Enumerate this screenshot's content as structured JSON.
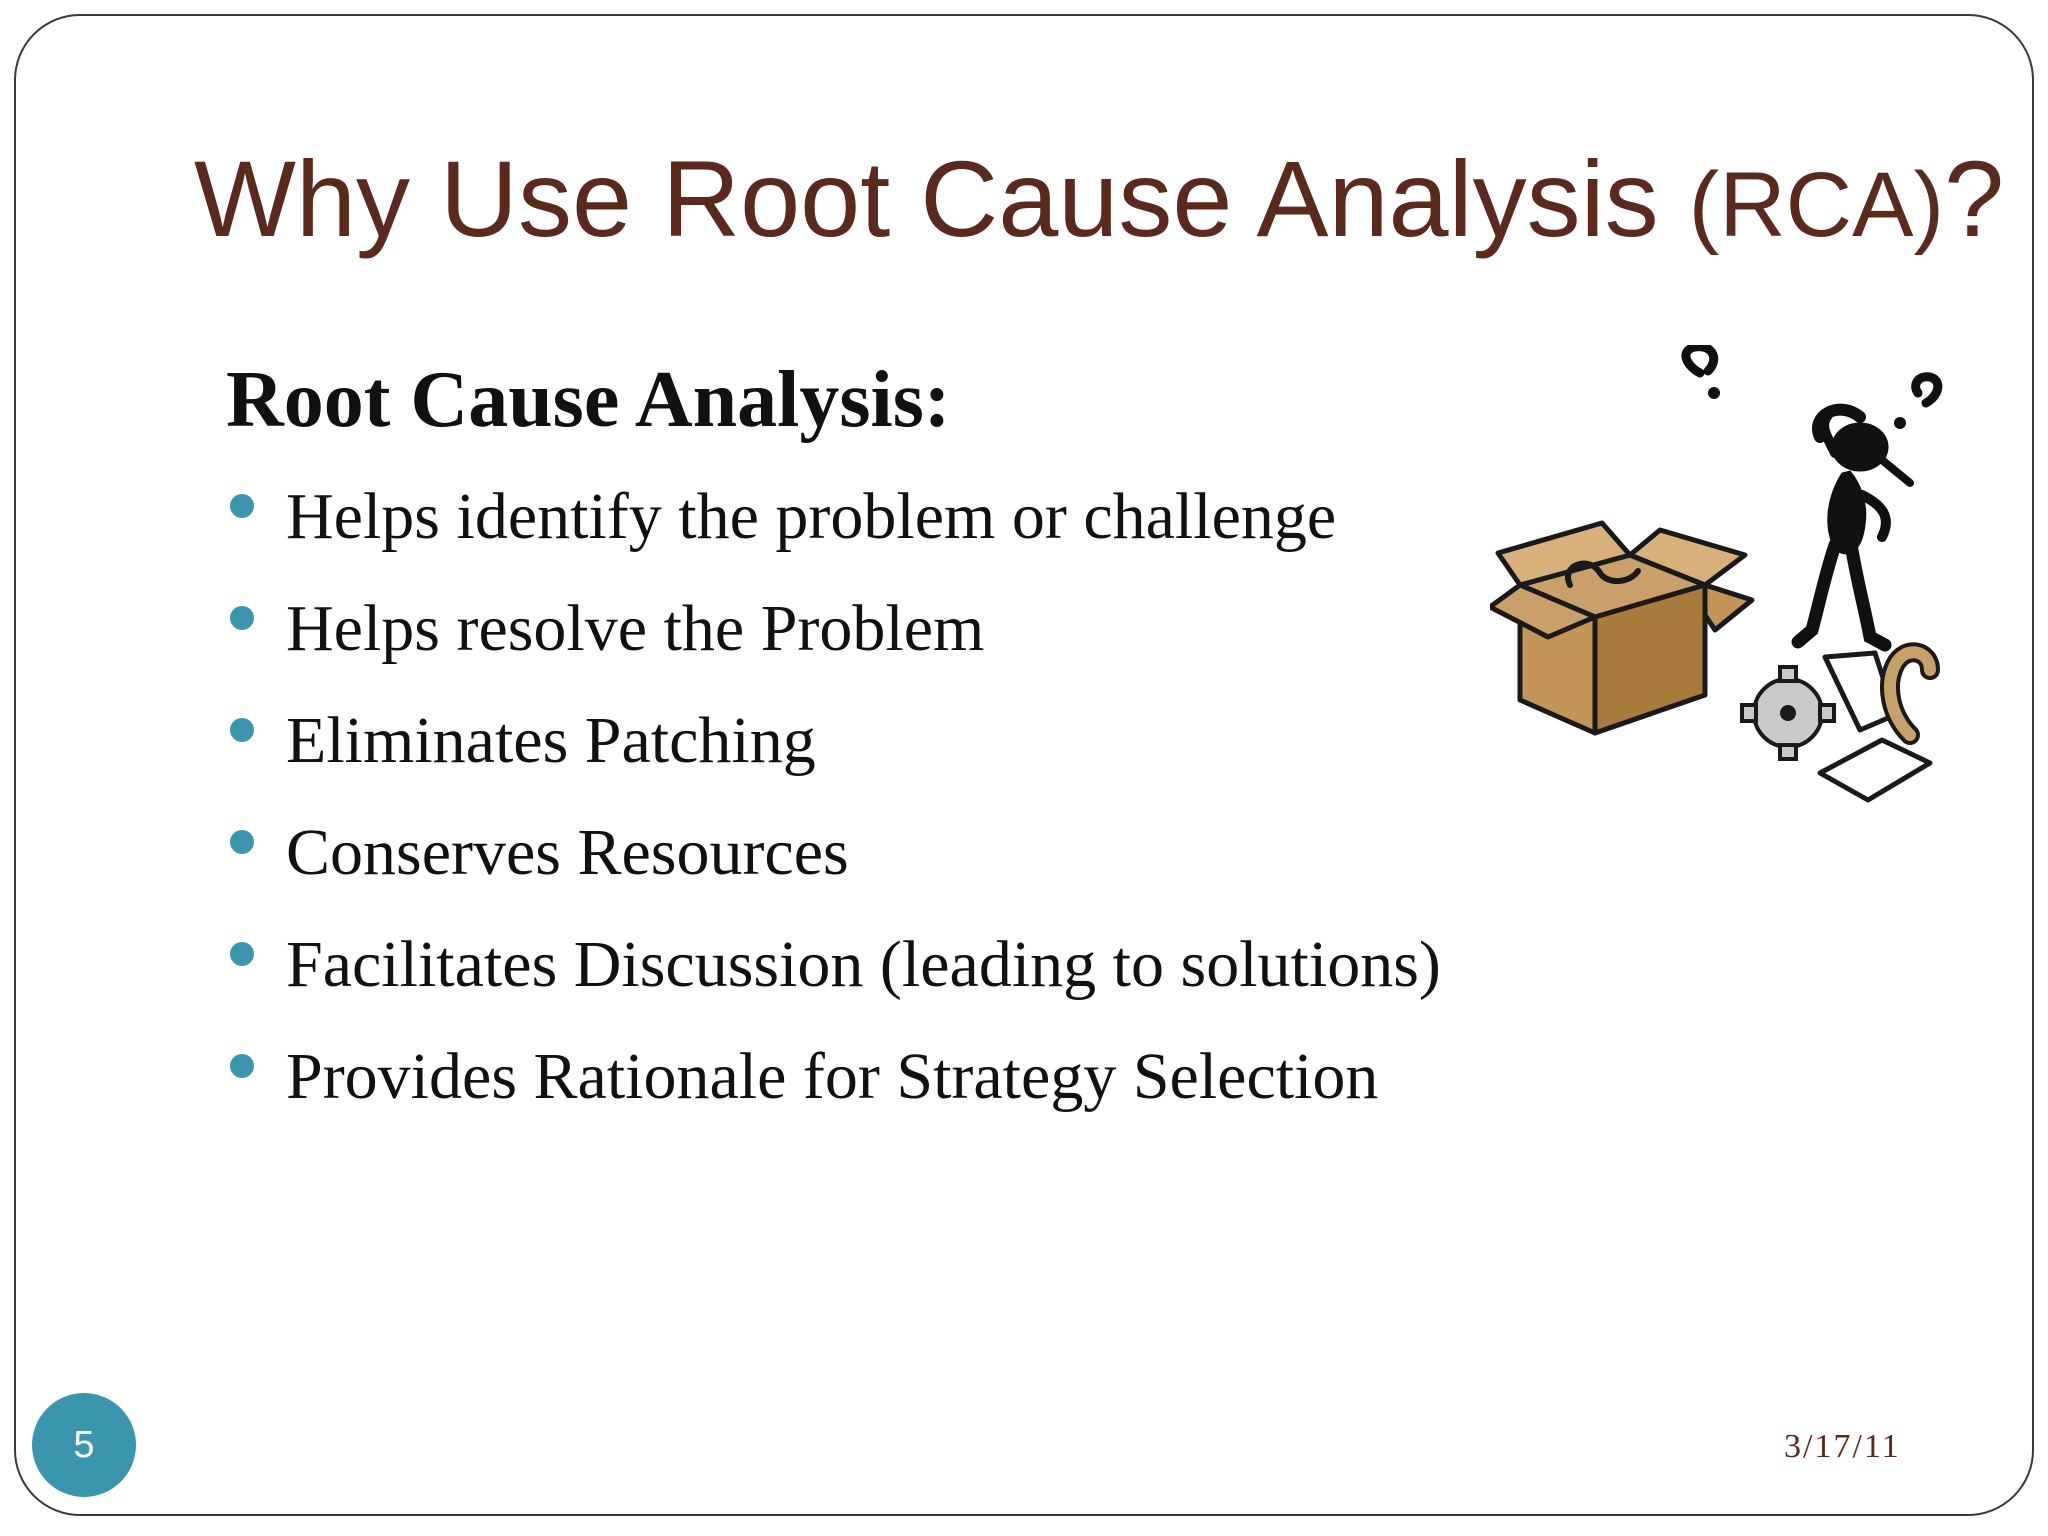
{
  "slide": {
    "title_main": "Why Use Root Cause Analysis ",
    "title_paren": "(RCA)",
    "title_end": "?",
    "heading": "Root Cause Analysis:",
    "bullets": [
      "Helps identify the problem or challenge",
      "Helps resolve the Problem",
      "Eliminates Patching",
      "Conserves Resources",
      "Facilitates Discussion (leading to solutions)",
      "Provides Rationale for Strategy Selection"
    ],
    "illustration_icon": "confused-figure-with-box-icon",
    "page_number": "5",
    "date": "3/17/11"
  },
  "colors": {
    "title": "#5b2a1c",
    "accent": "#3a96ad",
    "text": "#111111"
  }
}
